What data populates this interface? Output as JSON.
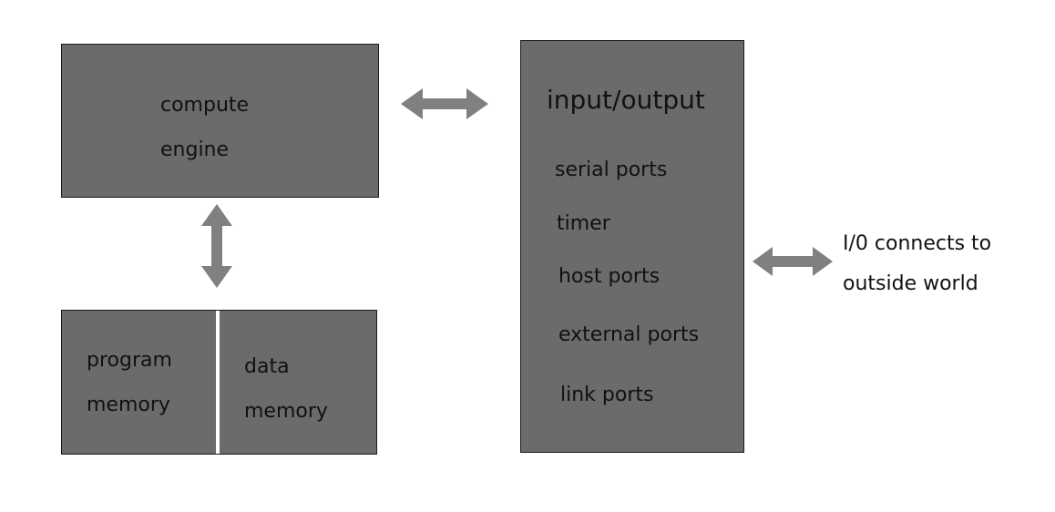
{
  "compute_engine": {
    "lines": [
      "compute",
      "engine"
    ]
  },
  "memory": {
    "program": [
      "program",
      "memory"
    ],
    "data": [
      "data",
      "memory"
    ]
  },
  "io": {
    "title": "input/output",
    "items": [
      "serial ports",
      "timer",
      "host ports",
      "external ports",
      "link ports"
    ]
  },
  "external": {
    "lines": [
      "I/0 connects to",
      "outside world"
    ]
  },
  "colors": {
    "box_fill": "#6b6b6b",
    "box_border": "#1a1a1a",
    "arrow": "#808080",
    "divider": "#ffffff"
  }
}
